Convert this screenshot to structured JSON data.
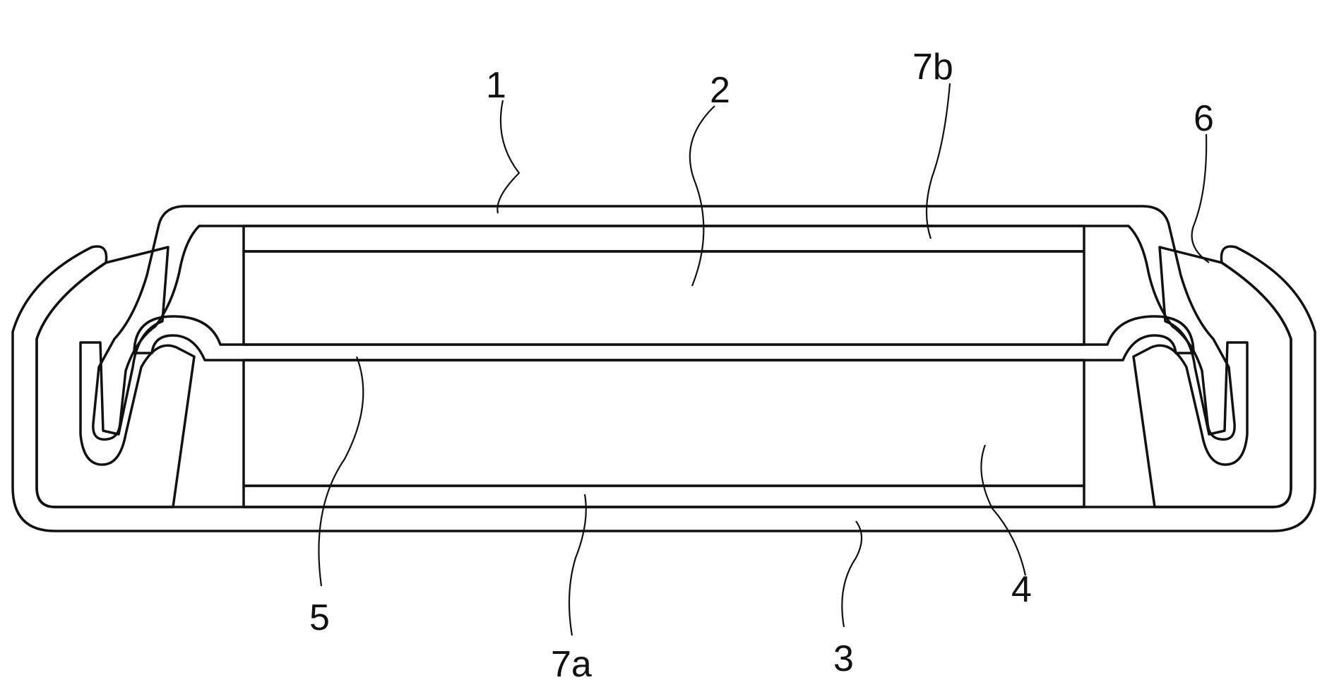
{
  "figure": {
    "labels": {
      "l1": "1",
      "l2": "2",
      "l3": "3",
      "l4": "4",
      "l5": "5",
      "l6": "6",
      "l7a": "7a",
      "l7b": "7b"
    }
  }
}
